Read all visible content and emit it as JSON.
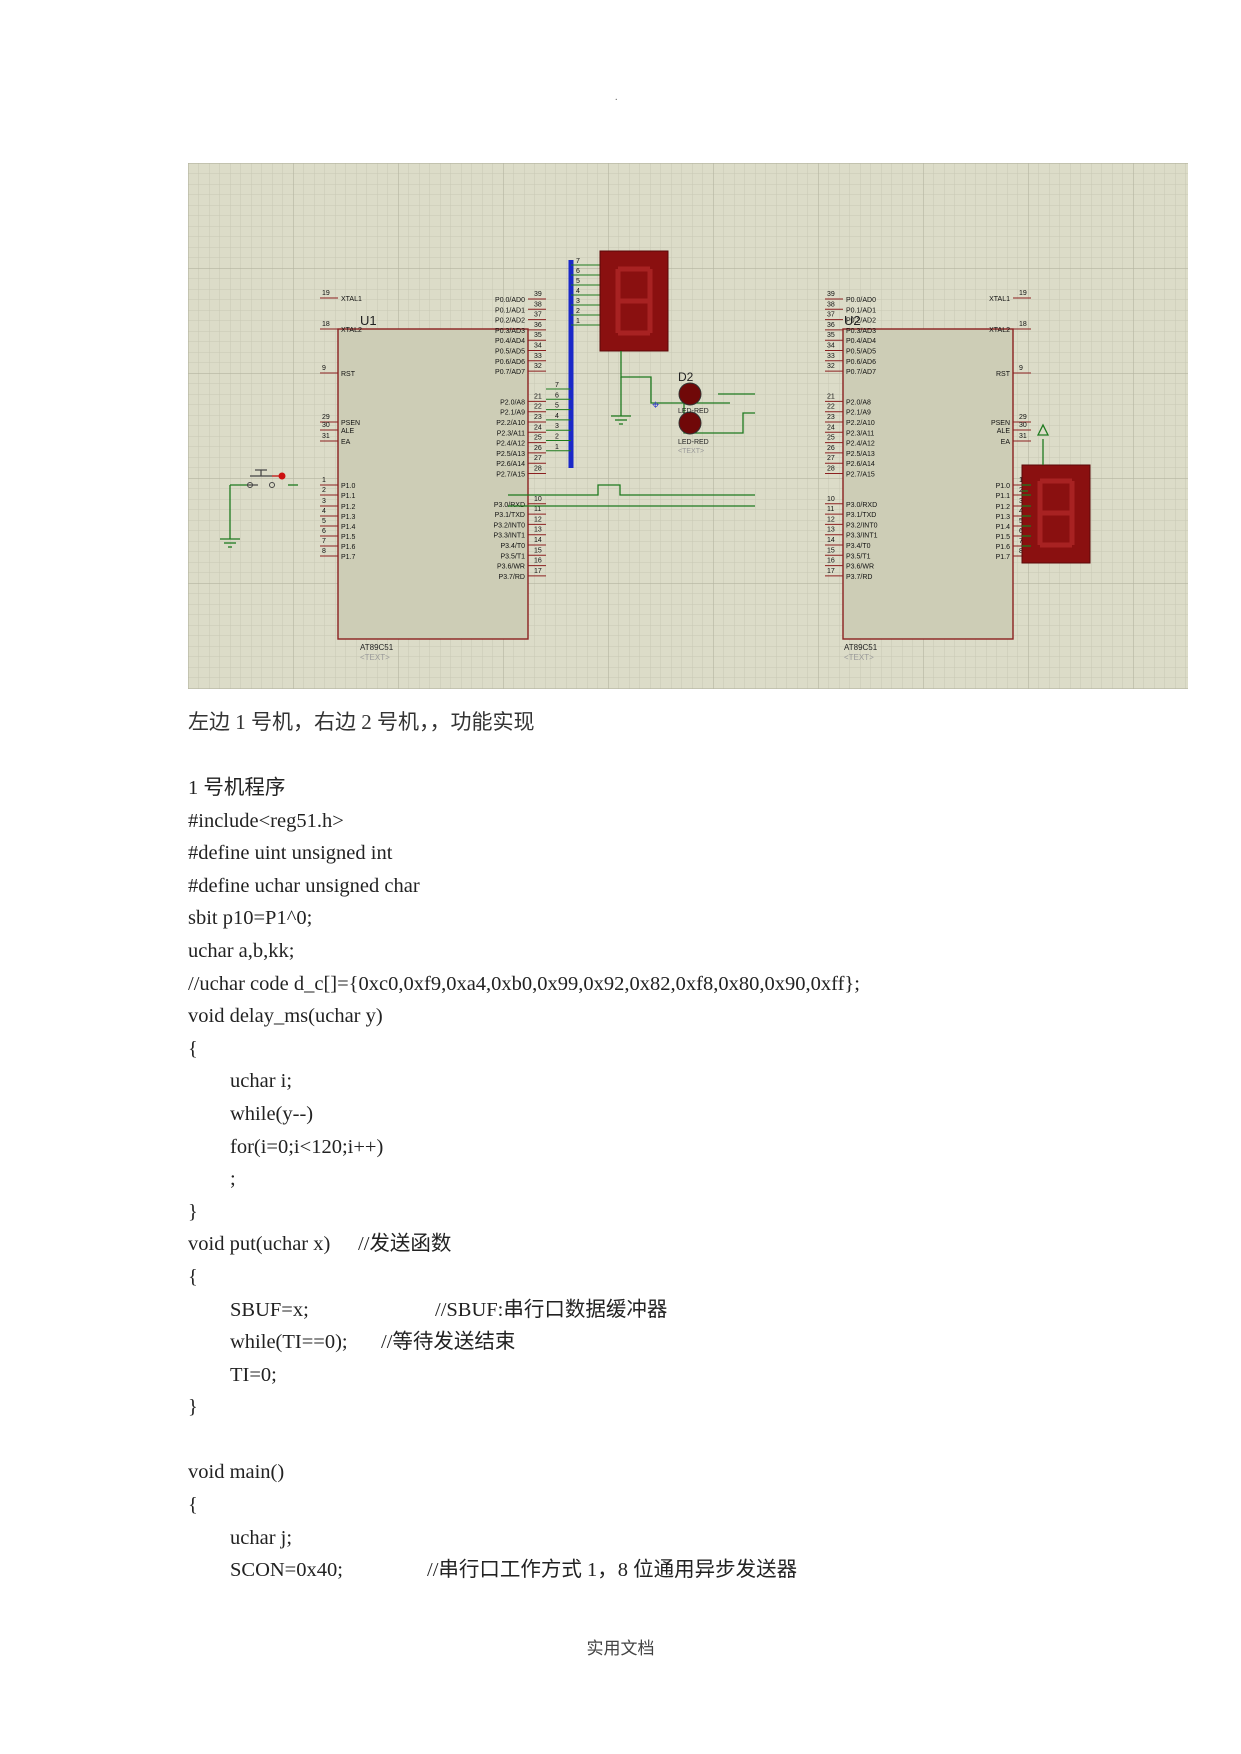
{
  "header": {
    "mark": "."
  },
  "schematic": {
    "u1": {
      "ref": "U1",
      "part": "AT89C51",
      "text_tag": "<TEXT>",
      "left_pins": [
        {
          "num": "19",
          "name": "XTAL1"
        },
        {
          "num": "18",
          "name": "XTAL2"
        },
        {
          "num": "9",
          "name": "RST"
        },
        {
          "num": "29",
          "name": "PSEN"
        },
        {
          "num": "30",
          "name": "ALE"
        },
        {
          "num": "31",
          "name": "EA"
        },
        {
          "num": "1",
          "name": "P1.0"
        },
        {
          "num": "2",
          "name": "P1.1"
        },
        {
          "num": "3",
          "name": "P1.2"
        },
        {
          "num": "4",
          "name": "P1.3"
        },
        {
          "num": "5",
          "name": "P1.4"
        },
        {
          "num": "6",
          "name": "P1.5"
        },
        {
          "num": "7",
          "name": "P1.6"
        },
        {
          "num": "8",
          "name": "P1.7"
        }
      ],
      "right_pins": [
        {
          "num": "39",
          "name": "P0.0/AD0"
        },
        {
          "num": "38",
          "name": "P0.1/AD1"
        },
        {
          "num": "37",
          "name": "P0.2/AD2"
        },
        {
          "num": "36",
          "name": "P0.3/AD3"
        },
        {
          "num": "35",
          "name": "P0.4/AD4"
        },
        {
          "num": "34",
          "name": "P0.5/AD5"
        },
        {
          "num": "33",
          "name": "P0.6/AD6"
        },
        {
          "num": "32",
          "name": "P0.7/AD7"
        },
        {
          "num": "21",
          "name": "P2.0/A8"
        },
        {
          "num": "22",
          "name": "P2.1/A9"
        },
        {
          "num": "23",
          "name": "P2.2/A10"
        },
        {
          "num": "24",
          "name": "P2.3/A11"
        },
        {
          "num": "25",
          "name": "P2.4/A12"
        },
        {
          "num": "26",
          "name": "P2.5/A13"
        },
        {
          "num": "27",
          "name": "P2.6/A14"
        },
        {
          "num": "28",
          "name": "P2.7/A15"
        },
        {
          "num": "10",
          "name": "P3.0/RXD"
        },
        {
          "num": "11",
          "name": "P3.1/TXD"
        },
        {
          "num": "12",
          "name": "P3.2/INT0"
        },
        {
          "num": "13",
          "name": "P3.3/INT1"
        },
        {
          "num": "14",
          "name": "P3.4/T0"
        },
        {
          "num": "15",
          "name": "P3.5/T1"
        },
        {
          "num": "16",
          "name": "P3.6/WR"
        },
        {
          "num": "17",
          "name": "P3.7/RD"
        }
      ]
    },
    "u2": {
      "ref": "U2",
      "part": "AT89C51",
      "text_tag": "<TEXT>",
      "left_pins": [
        {
          "num": "39",
          "name": "P0.0/AD0"
        },
        {
          "num": "38",
          "name": "P0.1/AD1"
        },
        {
          "num": "37",
          "name": "P0.2/AD2"
        },
        {
          "num": "36",
          "name": "P0.3/AD3"
        },
        {
          "num": "35",
          "name": "P0.4/AD4"
        },
        {
          "num": "34",
          "name": "P0.5/AD5"
        },
        {
          "num": "33",
          "name": "P0.6/AD6"
        },
        {
          "num": "32",
          "name": "P0.7/AD7"
        },
        {
          "num": "21",
          "name": "P2.0/A8"
        },
        {
          "num": "22",
          "name": "P2.1/A9"
        },
        {
          "num": "23",
          "name": "P2.2/A10"
        },
        {
          "num": "24",
          "name": "P2.3/A11"
        },
        {
          "num": "25",
          "name": "P2.4/A12"
        },
        {
          "num": "26",
          "name": "P2.5/A13"
        },
        {
          "num": "27",
          "name": "P2.6/A14"
        },
        {
          "num": "28",
          "name": "P2.7/A15"
        },
        {
          "num": "10",
          "name": "P3.0/RXD"
        },
        {
          "num": "11",
          "name": "P3.1/TXD"
        },
        {
          "num": "12",
          "name": "P3.2/INT0"
        },
        {
          "num": "13",
          "name": "P3.3/INT1"
        },
        {
          "num": "14",
          "name": "P3.4/T0"
        },
        {
          "num": "15",
          "name": "P3.5/T1"
        },
        {
          "num": "16",
          "name": "P3.6/WR"
        },
        {
          "num": "17",
          "name": "P3.7/RD"
        }
      ],
      "right_pins": [
        {
          "num": "19",
          "name": "XTAL1"
        },
        {
          "num": "18",
          "name": "XTAL2"
        },
        {
          "num": "9",
          "name": "RST"
        },
        {
          "num": "29",
          "name": "PSEN"
        },
        {
          "num": "30",
          "name": "ALE"
        },
        {
          "num": "31",
          "name": "EA"
        },
        {
          "num": "1",
          "name": "P1.0"
        },
        {
          "num": "2",
          "name": "P1.1"
        },
        {
          "num": "3",
          "name": "P1.2"
        },
        {
          "num": "4",
          "name": "P1.3"
        },
        {
          "num": "5",
          "name": "P1.4"
        },
        {
          "num": "6",
          "name": "P1.5"
        },
        {
          "num": "7",
          "name": "P1.6"
        },
        {
          "num": "8",
          "name": "P1.7"
        }
      ]
    },
    "bus_numbers_top": [
      "7",
      "6",
      "5",
      "4",
      "3",
      "2",
      "1"
    ],
    "bus_numbers_p2": [
      "7",
      "6",
      "5",
      "4",
      "3",
      "2",
      "1"
    ],
    "led": {
      "ref": "D2",
      "label1": "LED-RED",
      "label2": "LED-RED",
      "text_tag": "<TEXT>"
    },
    "colors": {
      "grid_bg": "#dcdcc8",
      "grid_line": "#c6c6b2",
      "chip_fill": "#cdcdb6",
      "chip_border": "#8b2020",
      "seven_seg": "#8a1010",
      "bus": "#1a28c8",
      "wire": "#1e7a1e",
      "pin_line": "#8b2020"
    }
  },
  "caption": "左边 1 号机，右边 2 号机，，功能实现",
  "code": [
    {
      "text": "1 号机程序",
      "indent": 0
    },
    {
      "text": "#include<reg51.h>",
      "indent": 0
    },
    {
      "text": "#define uint unsigned int",
      "indent": 0
    },
    {
      "text": "#define uchar unsigned char",
      "indent": 0
    },
    {
      "text": "sbit p10=P1^0;",
      "indent": 0
    },
    {
      "text": "uchar a,b,kk;",
      "indent": 0
    },
    {
      "text": "//uchar code d_c[]={0xc0,0xf9,0xa4,0xb0,0x99,0x92,0x82,0xf8,0x80,0x90,0xff};",
      "indent": 0
    },
    {
      "text": "void delay_ms(uchar y)",
      "indent": 0
    },
    {
      "text": "{",
      "indent": 0
    },
    {
      "text": "uchar i;",
      "indent": 1
    },
    {
      "text": "while(y--)",
      "indent": 1
    },
    {
      "text": "for(i=0;i<120;i++)",
      "indent": 1
    },
    {
      "text": ";",
      "indent": 1
    },
    {
      "text": "}",
      "indent": 0
    },
    {
      "text": "void put(uchar x)",
      "indent": 0,
      "comment": "//发送函数",
      "comment_col": 170
    },
    {
      "text": "{",
      "indent": 0
    },
    {
      "text": "SBUF=x;",
      "indent": 1,
      "comment": "//SBUF:串行口数据缓冲器",
      "comment_col": 247
    },
    {
      "text": "while(TI==0);",
      "indent": 1,
      "comment": "//等待发送结束",
      "comment_col": 193
    },
    {
      "text": "TI=0;",
      "indent": 1
    },
    {
      "text": "}",
      "indent": 0
    },
    {
      "text": "",
      "indent": 0
    },
    {
      "text": "void main()",
      "indent": 0
    },
    {
      "text": "{",
      "indent": 0
    },
    {
      "text": "uchar j;",
      "indent": 1
    },
    {
      "text": "SCON=0x40;",
      "indent": 1,
      "comment": "//串行口工作方式 1，8 位通用异步发送器",
      "comment_col": 239
    }
  ],
  "footer": "实用文档"
}
